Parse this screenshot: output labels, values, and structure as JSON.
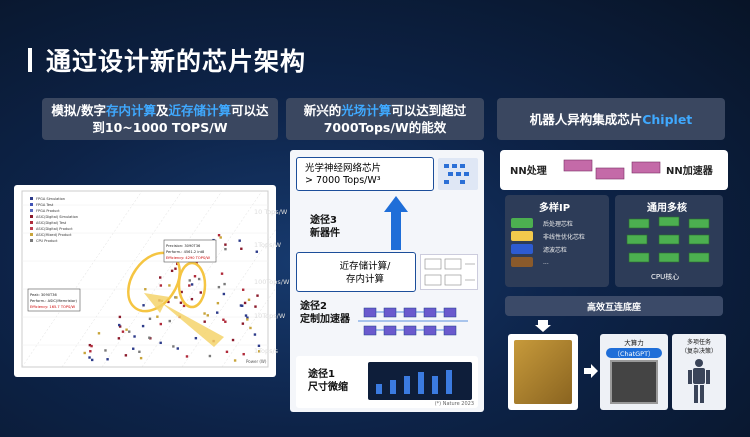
{
  "slide": {
    "title": "通过设计新的芯片架构"
  },
  "headers": {
    "left": {
      "p1": "模拟/数字",
      "p2": "存内计算",
      "p3": "及",
      "p4": "近存储计算",
      "p5": "可以达",
      "line2": "到10~1000 TOPS/W"
    },
    "middle": {
      "p1": "新兴的",
      "p2": "光场计算",
      "p3": "可以达到超过",
      "line2": "7000Tops/W的能效"
    },
    "right": {
      "p1": "机器人异构集成芯片",
      "p2": "Chiplet"
    }
  },
  "chart_data": {
    "type": "scatter",
    "title": "",
    "legend": [
      "FPGA Simulation",
      "FPGA Test",
      "FPGA Product",
      "ASIC(Digital) Simulation",
      "ASIC(Digital) Test",
      "ASIC(Digital) Product",
      "ASIC(Mixed) Product",
      "CPU Product"
    ],
    "annotations": [
      "Precision: 3090T36",
      "Perform.: 4561.2 int8",
      "Efficiency: 4290 TOPS/W",
      "Peak: 3090T36",
      "Perform.: ASIC(Memristor)",
      "Efficiency: 165.7 TOPS/W"
    ],
    "y_ticks": [
      "10 Tops/W",
      "1Tops/W",
      "100Tops/W",
      "10Tops/W",
      "1Tops/s"
    ],
    "x_label": "Power (W)"
  },
  "middle": {
    "optical_box": {
      "line1": "光学神经网络芯片",
      "line2": "> 7000 Tops/W³"
    },
    "path3": {
      "line1": "途径3",
      "line2": "新器件"
    },
    "near_mem": {
      "line1": "近存储计算/",
      "line2": "存内计算"
    },
    "path2": {
      "line1": "途径2",
      "line2": "定制加速器"
    },
    "path1": {
      "line1": "途径1",
      "line2": "尺寸微缩"
    },
    "source": "(*) Nature 2023"
  },
  "right": {
    "nn_proc": "NN处理",
    "nn_acc": "NN加速器",
    "multi_ip": "多样IP",
    "ip_items": [
      "后处理芯粒",
      "非线性优化芯粒",
      "滤波芯粒",
      "..."
    ],
    "general_cores": "通用多核",
    "cpu_core": "CPU核心",
    "interconnect": "高效互连底座",
    "compute_label": "大算力",
    "compute_sub": "（ChatGPT）",
    "multitask_label": "多项任务",
    "multitask_sub": "（复杂决策）"
  },
  "colors": {
    "accent": "#3fa9ff",
    "header_bg": "#3a4760",
    "block_bg": "#2d3c58"
  }
}
